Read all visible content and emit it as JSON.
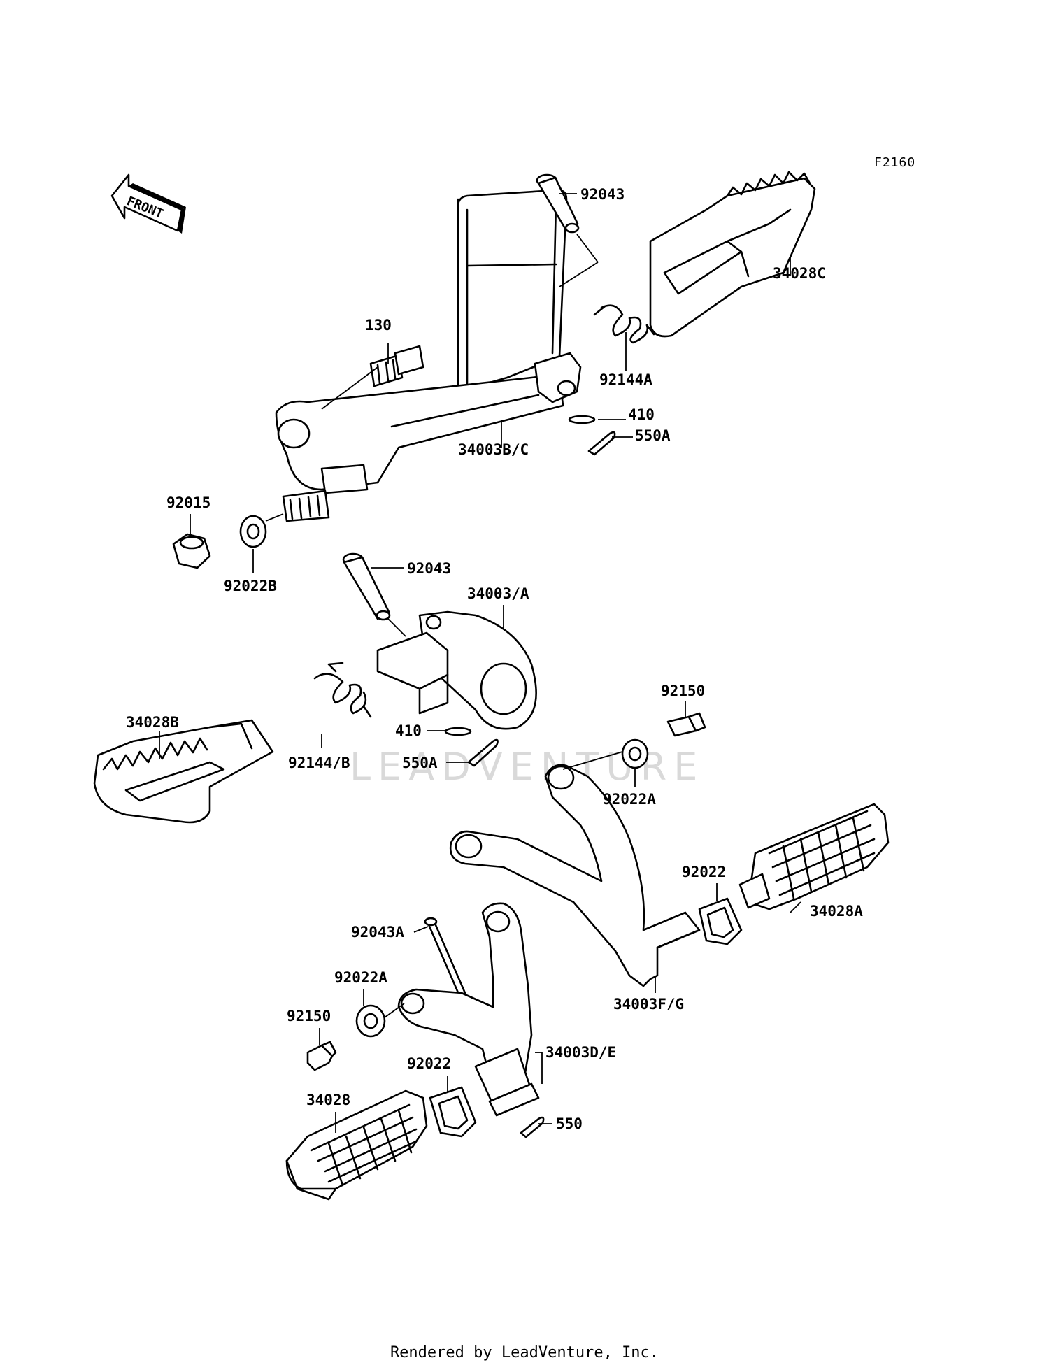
{
  "figure_code": "F2160",
  "front_arrow_text": "FRONT",
  "watermark": "LEADVENTURE",
  "footer": "Rendered by LeadVenture, Inc.",
  "part_labels": {
    "p92043_top": "92043",
    "p34028C": "34028C",
    "p130": "130",
    "p92144A": "92144A",
    "p410_top": "410",
    "p550A_top": "550A",
    "p34003BC": "34003B/C",
    "p92015": "92015",
    "p92022B": "92022B",
    "p92043_mid": "92043",
    "p34003A": "34003/A",
    "p34028B": "34028B",
    "p92150_right": "92150",
    "p410_mid": "410",
    "p92144B": "92144/B",
    "p550A_mid": "550A",
    "p92022A_right": "92022A",
    "p92022_right": "92022",
    "p34028A": "34028A",
    "p92043A": "92043A",
    "p92022A_left": "92022A",
    "p34003FG": "34003F/G",
    "p92150_left": "92150",
    "p34003DE": "34003D/E",
    "p92022_left": "92022",
    "p34028": "34028",
    "p550": "550"
  }
}
